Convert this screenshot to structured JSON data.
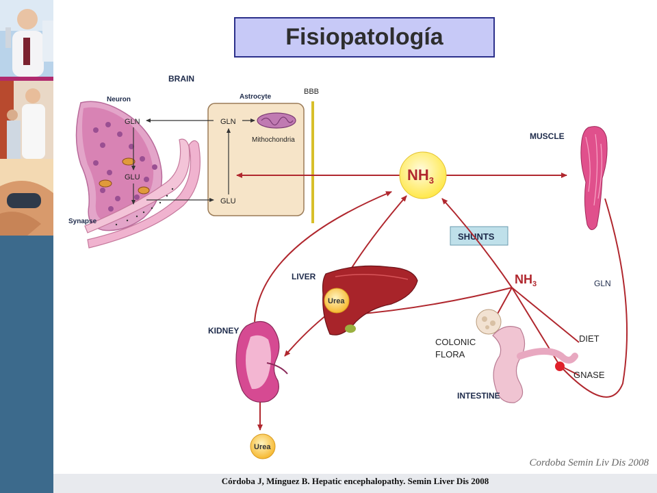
{
  "slide": {
    "title": "Fisiopatología",
    "citation": "Córdoba J, Mínguez B. Hepatic encephalopathy. Semin Liver Dis 2008",
    "watermark": "Cordoba Semin Liv Dis 2008"
  },
  "diagram": {
    "brain_label": "BRAIN",
    "neuron_label": "Neuron",
    "astrocyte_label": "Astrocyte",
    "bbb_label": "BBB",
    "synapse_label": "Synapse",
    "gln_neuron": "GLN",
    "glu_neuron": "GLU",
    "gln_astro": "GLN",
    "glu_astro": "GLU",
    "mitochondria_label": "Mithochondria",
    "nh3_main": "NH",
    "nh3_main_sub": "3",
    "muscle_label": "MUSCLE",
    "shunts_label": "SHUNTS",
    "liver_label": "LIVER",
    "urea_liver": "Urea",
    "nh3_gut": "NH",
    "nh3_gut_sub": "3",
    "gln_right": "GLN",
    "kidney_label": "KIDNEY",
    "colonic_flora_line1": "COLONIC",
    "colonic_flora_line2": "FLORA",
    "diet_label": "DIET",
    "gnase_label": "GNASE",
    "intestine_label": "INTESTINE",
    "urea_kidney": "Urea"
  },
  "colors": {
    "sidebar": "#3c6a8c",
    "title_fill": "#c7c9f7",
    "title_border": "#2b2f8a",
    "arrow_red": "#b0272e",
    "nh3_yellow": "#fff06a",
    "organ_pink": "#e0508c",
    "liver_red": "#a8242a"
  }
}
